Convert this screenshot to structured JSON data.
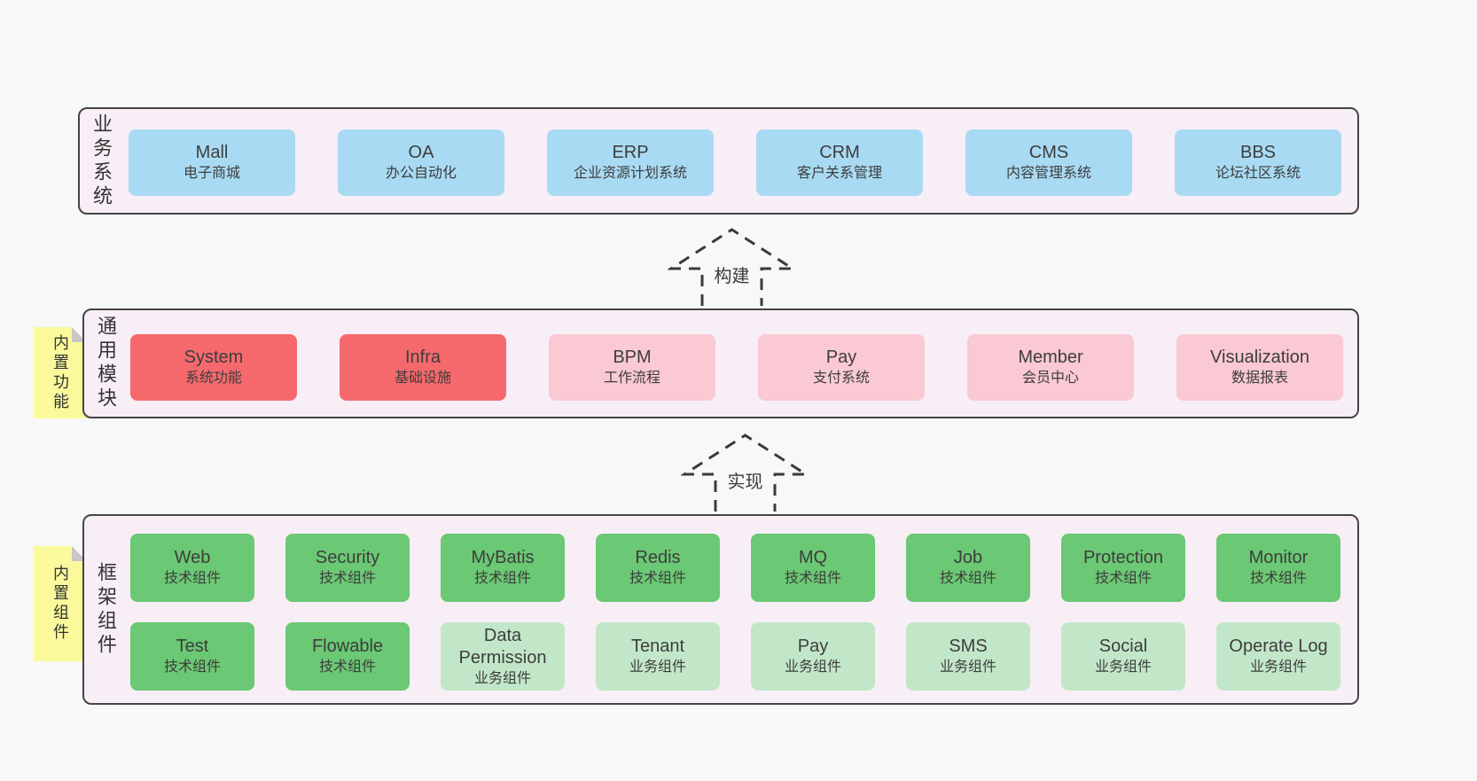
{
  "page": {
    "background": "#f8f8f8"
  },
  "colors": {
    "band_fill": "#f8eef6",
    "band_border": "#454545",
    "box_blue": "#a9daf3",
    "box_red": "#f5696d",
    "box_pink": "#fac9d3",
    "box_green": "#6bc874",
    "box_lightgreen": "#c2e7c8",
    "sticky_yellow": "#fafa9d",
    "sticky_fold": "#c7c7c7",
    "text": "#3d3d3d"
  },
  "arrows": [
    {
      "id": "build",
      "label": "构建"
    },
    {
      "id": "implement",
      "label": "实现"
    }
  ],
  "bands": [
    {
      "id": "business",
      "label_vertical": "业务系统",
      "boxes": [
        {
          "name": "Mall",
          "desc": "电子商城",
          "type": "blue"
        },
        {
          "name": "OA",
          "desc": "办公自动化",
          "type": "blue"
        },
        {
          "name": "ERP",
          "desc": "企业资源计划系统",
          "type": "blue"
        },
        {
          "name": "CRM",
          "desc": "客户关系管理",
          "type": "blue"
        },
        {
          "name": "CMS",
          "desc": "内容管理系统",
          "type": "blue"
        },
        {
          "name": "BBS",
          "desc": "论坛社区系统",
          "type": "blue"
        }
      ]
    },
    {
      "id": "modules",
      "label_vertical": "通用模块",
      "sticky_note": "内置功能",
      "boxes": [
        {
          "name": "System",
          "desc": "系统功能",
          "type": "red"
        },
        {
          "name": "Infra",
          "desc": "基础设施",
          "type": "red"
        },
        {
          "name": "BPM",
          "desc": "工作流程",
          "type": "pink"
        },
        {
          "name": "Pay",
          "desc": "支付系统",
          "type": "pink"
        },
        {
          "name": "Member",
          "desc": "会员中心",
          "type": "pink"
        },
        {
          "name": "Visualization",
          "desc": "数据报表",
          "type": "pink"
        }
      ]
    },
    {
      "id": "components",
      "label_vertical": "框架组件",
      "sticky_note": "内置组件",
      "rows": [
        [
          {
            "name": "Web",
            "desc": "技术组件",
            "type": "green"
          },
          {
            "name": "Security",
            "desc": "技术组件",
            "type": "green"
          },
          {
            "name": "MyBatis",
            "desc": "技术组件",
            "type": "green"
          },
          {
            "name": "Redis",
            "desc": "技术组件",
            "type": "green"
          },
          {
            "name": "MQ",
            "desc": "技术组件",
            "type": "green"
          },
          {
            "name": "Job",
            "desc": "技术组件",
            "type": "green"
          },
          {
            "name": "Protection",
            "desc": "技术组件",
            "type": "green"
          },
          {
            "name": "Monitor",
            "desc": "技术组件",
            "type": "green"
          }
        ],
        [
          {
            "name": "Test",
            "desc": "技术组件",
            "type": "green"
          },
          {
            "name": "Flowable",
            "desc": "技术组件",
            "type": "green"
          },
          {
            "name": "Data Permission",
            "desc": "业务组件",
            "type": "lightgreen"
          },
          {
            "name": "Tenant",
            "desc": "业务组件",
            "type": "lightgreen"
          },
          {
            "name": "Pay",
            "desc": "业务组件",
            "type": "lightgreen"
          },
          {
            "name": "SMS",
            "desc": "业务组件",
            "type": "lightgreen"
          },
          {
            "name": "Social",
            "desc": "业务组件",
            "type": "lightgreen"
          },
          {
            "name": "Operate Log",
            "desc": "业务组件",
            "type": "lightgreen"
          }
        ]
      ]
    }
  ]
}
